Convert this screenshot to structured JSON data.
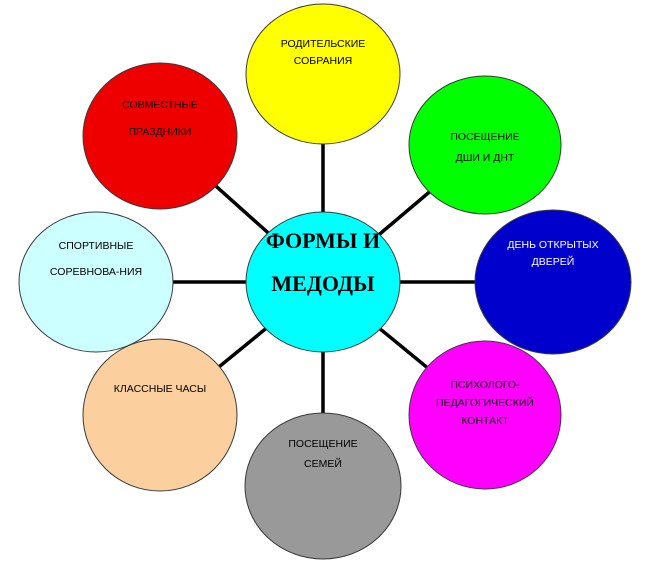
{
  "diagram": {
    "center": {
      "lines": [
        "ФОРМЫ И",
        "МЕДОДЫ"
      ],
      "color": "#00ffff"
    },
    "nodes": [
      {
        "id": "parent-meetings",
        "lines": [
          "РОДИТЕЛЬСКИЕ",
          "СОБРАНИЯ"
        ],
        "color": "#ffff00",
        "text_color": "#000000"
      },
      {
        "id": "visit-schools",
        "lines": [
          "ПОСЕЩЕНИЕ",
          "ДШИ  И ДНТ"
        ],
        "color": "#00ff00",
        "text_color": "#000000"
      },
      {
        "id": "open-doors-day",
        "lines": [
          "ДЕНЬ ОТКРЫТЫХ",
          "ДВЕРЕЙ"
        ],
        "color": "#0000cc",
        "text_color": "#ffffff"
      },
      {
        "id": "psych-contact",
        "lines": [
          "ПСИХОЛОГО-",
          "ПЕДАГОГИЧЕСКИЙ",
          "КОНТАКТ"
        ],
        "color": "#ff00ff",
        "text_color": "#000000"
      },
      {
        "id": "family-visits",
        "lines": [
          "ПОСЕЩЕНИЕ",
          "СЕМЕЙ"
        ],
        "color": "#999999",
        "text_color": "#000000"
      },
      {
        "id": "class-hours",
        "lines": [
          "КЛАССНЫЕ ЧАСЫ"
        ],
        "color": "#fbcf9e",
        "text_color": "#000000"
      },
      {
        "id": "sports-competitions",
        "lines": [
          "СПОРТИВНЫЕ",
          "СОРЕВНОВА-НИЯ"
        ],
        "color": "#ccffff",
        "text_color": "#000000"
      },
      {
        "id": "joint-holidays",
        "lines": [
          "СОВМЕСТНЫЕ",
          "ПРАЗДНИКИ"
        ],
        "color": "#ee0000",
        "text_color": "#000000"
      }
    ]
  }
}
